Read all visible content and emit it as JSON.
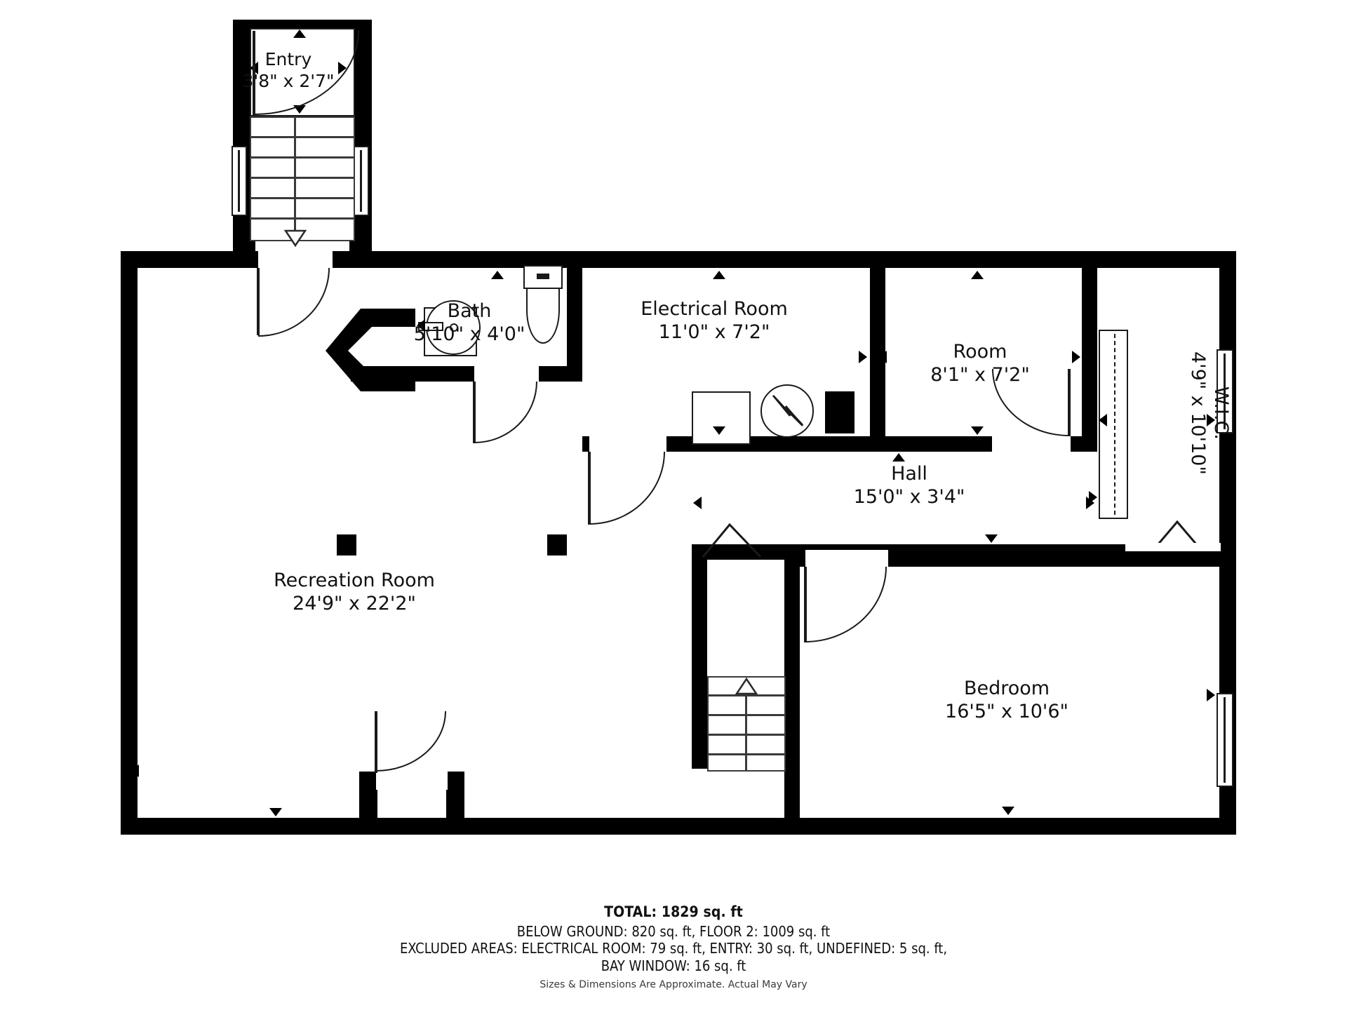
{
  "document": {
    "type": "residential-floor-plan",
    "level_name": "Below Ground"
  },
  "rooms": [
    {
      "id": "entry",
      "name": "Entry",
      "dimensions": "3'8\" x 2'7\""
    },
    {
      "id": "bath",
      "name": "Bath",
      "dimensions": "5'10\" x 4'0\""
    },
    {
      "id": "electrical",
      "name": "Electrical Room",
      "dimensions": "11'0\" x 7'2\""
    },
    {
      "id": "room",
      "name": "Room",
      "dimensions": "8'1\" x 7'2\""
    },
    {
      "id": "wic",
      "name": "W.I.C.",
      "dimensions": "4'9\" x 10'10\""
    },
    {
      "id": "hall",
      "name": "Hall",
      "dimensions": "15'0\" x 3'4\""
    },
    {
      "id": "recreation",
      "name": "Recreation Room",
      "dimensions": "24'9\" x 22'2\""
    },
    {
      "id": "bedroom",
      "name": "Bedroom",
      "dimensions": "16'5\" x 10'6\""
    }
  ],
  "fixtures": [
    {
      "id": "toilet",
      "label": "toilet"
    },
    {
      "id": "vanity-sink",
      "label": "vanity-sink"
    },
    {
      "id": "electrical-panel",
      "label": "electrical-panel"
    },
    {
      "id": "furnace",
      "label": "furnace"
    },
    {
      "id": "support-column",
      "label": "support-column"
    },
    {
      "id": "closet-shelf-rod",
      "label": "closet-shelf-and-rod"
    },
    {
      "id": "stairs-entry",
      "label": "stairs-down"
    },
    {
      "id": "stairs-bedroom",
      "label": "stairs-up"
    }
  ],
  "footer": {
    "total": "TOTAL: 1829 sq. ft",
    "line1": "BELOW GROUND: 820 sq. ft, FLOOR 2: 1009 sq. ft",
    "line2": "EXCLUDED AREAS: ELECTRICAL ROOM: 79 sq. ft, ENTRY: 30 sq. ft, UNDEFINED: 5 sq. ft,",
    "line3": "BAY WINDOW: 16 sq. ft",
    "disclaimer": "Sizes & Dimensions Are Approximate. Actual May Vary"
  },
  "areas": {
    "total_sq_ft": 1829,
    "below_ground_sq_ft": 820,
    "floor_2_sq_ft": 1009,
    "excluded": {
      "electrical_room_sq_ft": 79,
      "entry_sq_ft": 30,
      "undefined_sq_ft": 5,
      "bay_window_sq_ft": 16
    }
  },
  "colors": {
    "wall": "#000000",
    "background": "#ffffff",
    "linework": "#1a1a1a",
    "text": "#111111"
  }
}
